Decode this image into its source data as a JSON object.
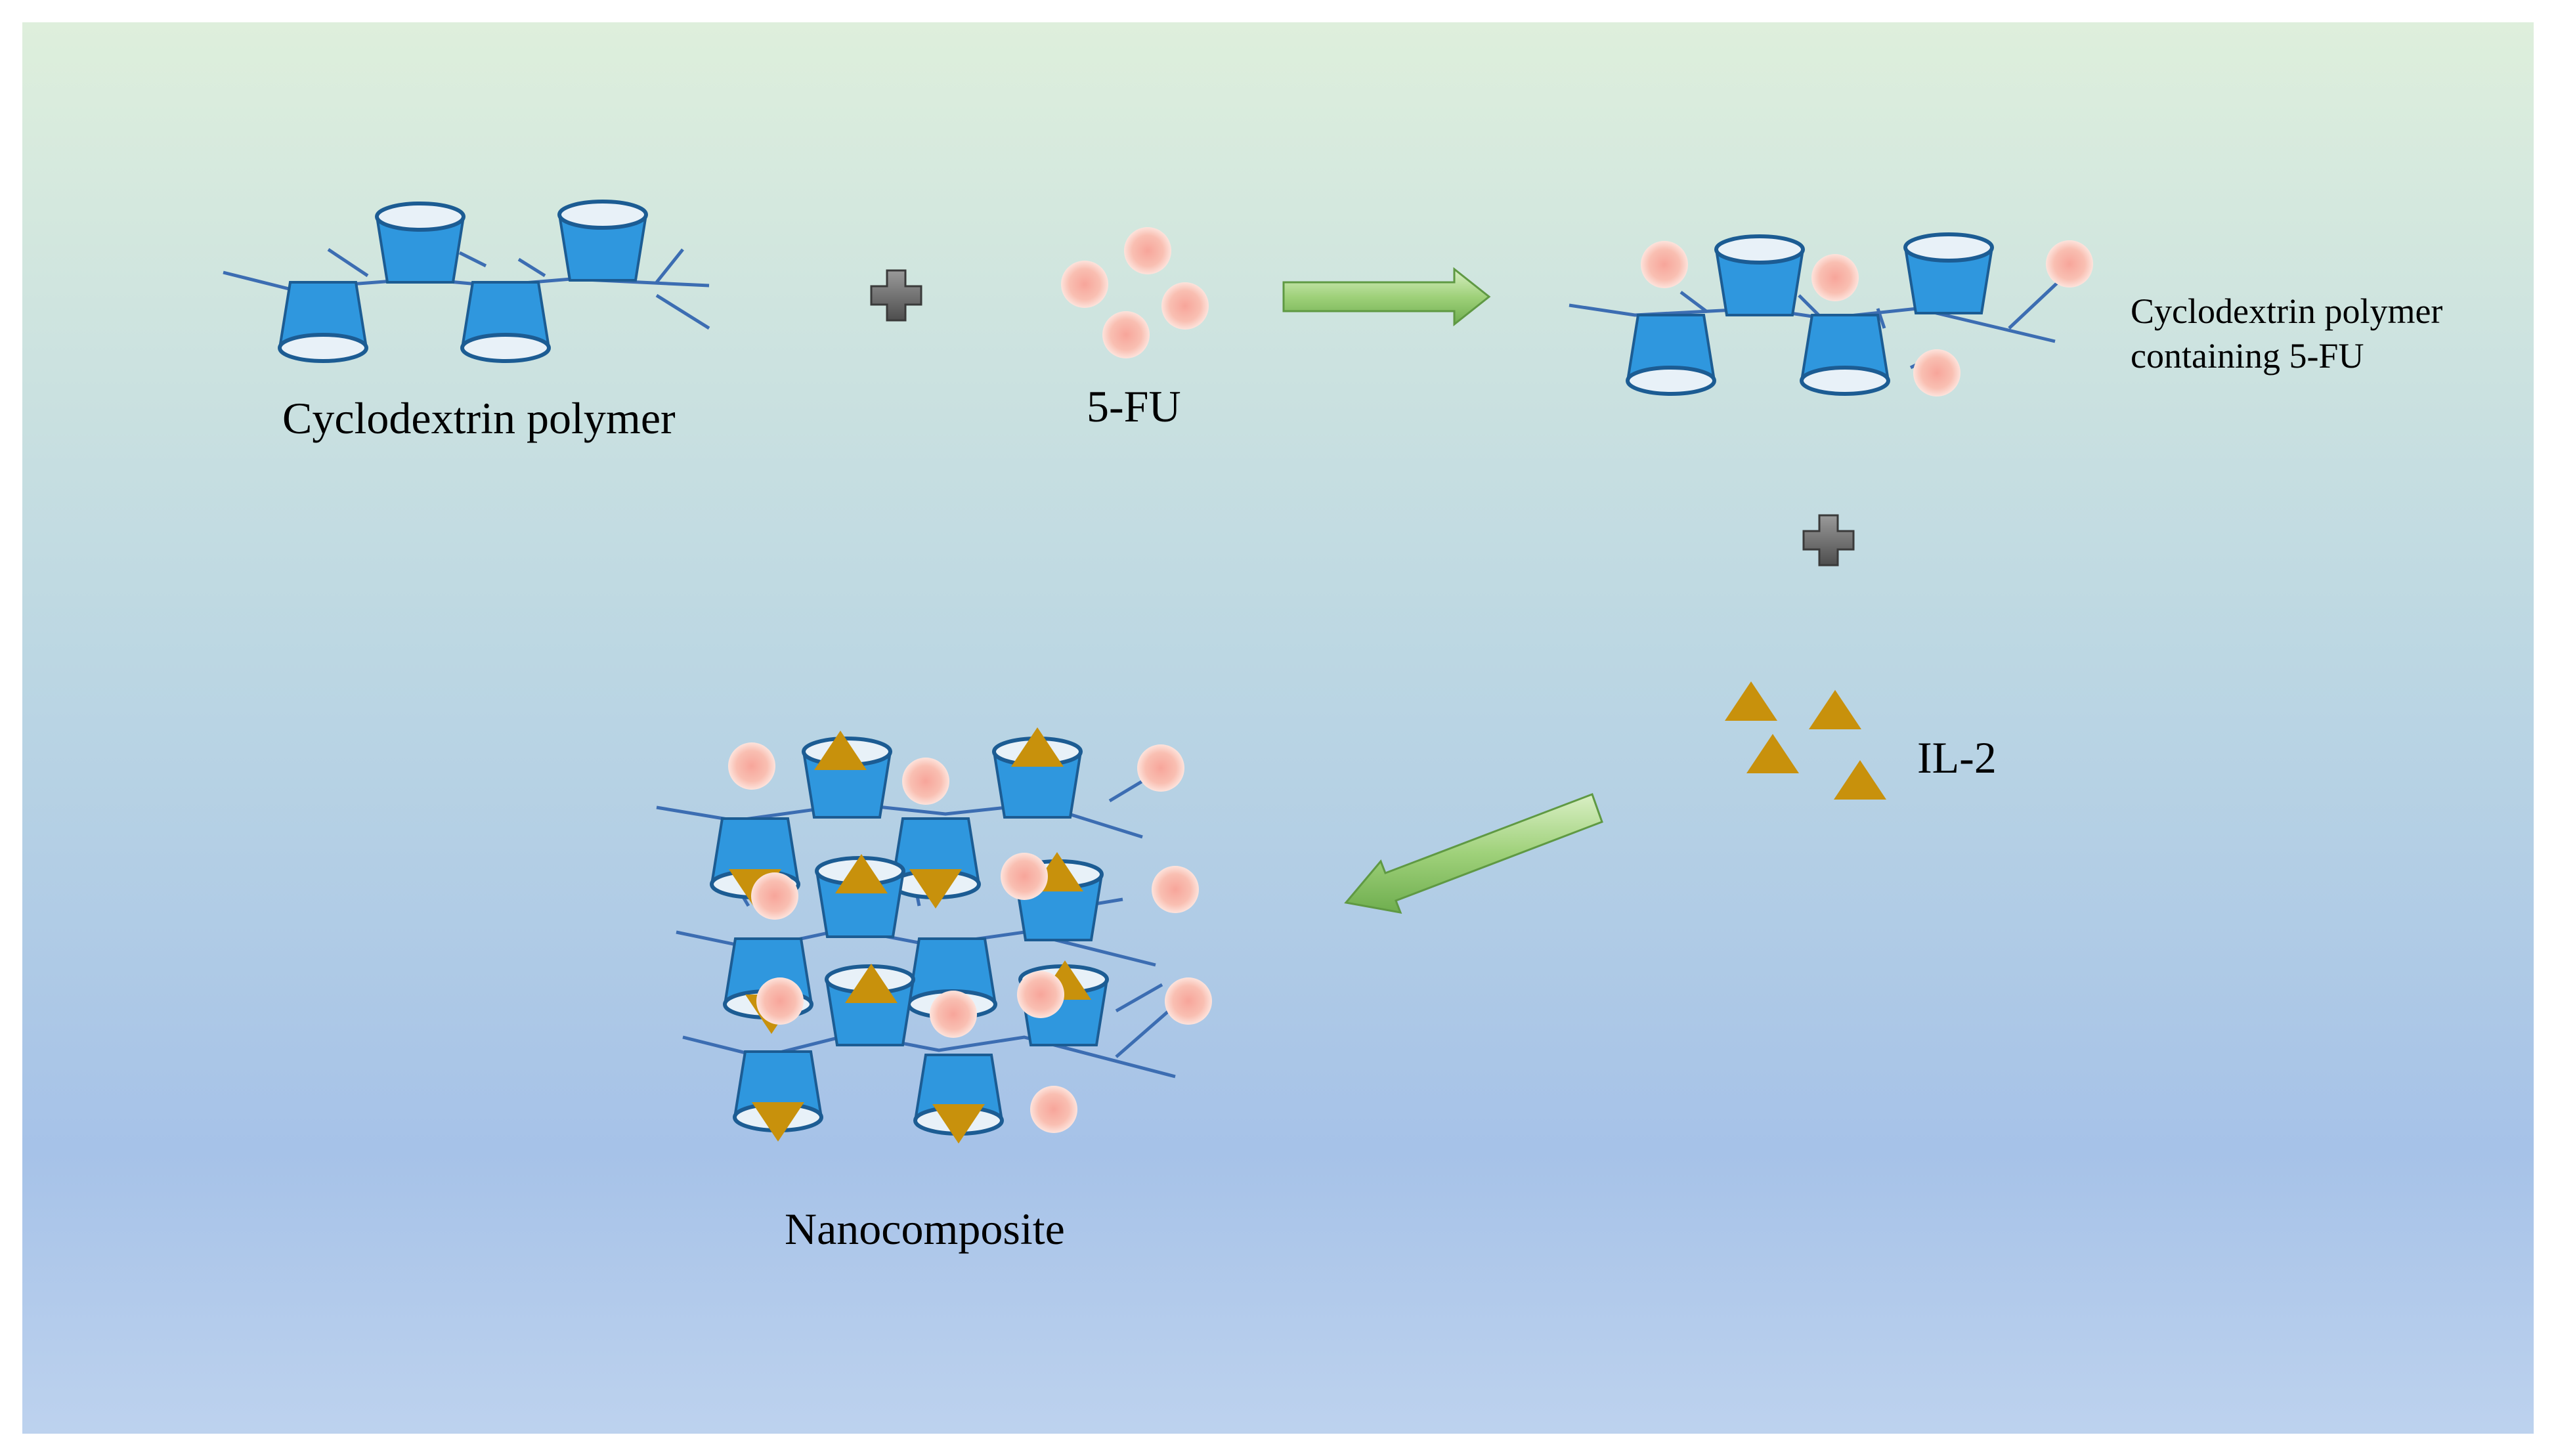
{
  "labels": {
    "cyclodextrin_polymer": "Cyclodextrin polymer",
    "five_fu": "5-FU",
    "cd_polymer_5fu_line1": "Cyclodextrin polymer",
    "cd_polymer_5fu_line2": "containing 5-FU",
    "il2": "IL-2",
    "nanocomposite": "Nanocomposite"
  },
  "colors": {
    "background_top": "#dcefdf",
    "background_bottom": "#b3cce9",
    "cyclodextrin_fill": "#2f97de",
    "cyclodextrin_stroke": "#1c5c93",
    "polymer_line": "#3c6db2",
    "drug_5fu": "#f6b5a8",
    "il2_triangle": "#c8910c",
    "reaction_arrow": "#9fd17a",
    "plus_sign": "#6b6b6b"
  },
  "icons": {
    "reaction_arrow": "block-arrow",
    "combine": "plus-sign",
    "cyclodextrin": "truncated-cone",
    "drug": "circle",
    "cytokine": "triangle"
  }
}
